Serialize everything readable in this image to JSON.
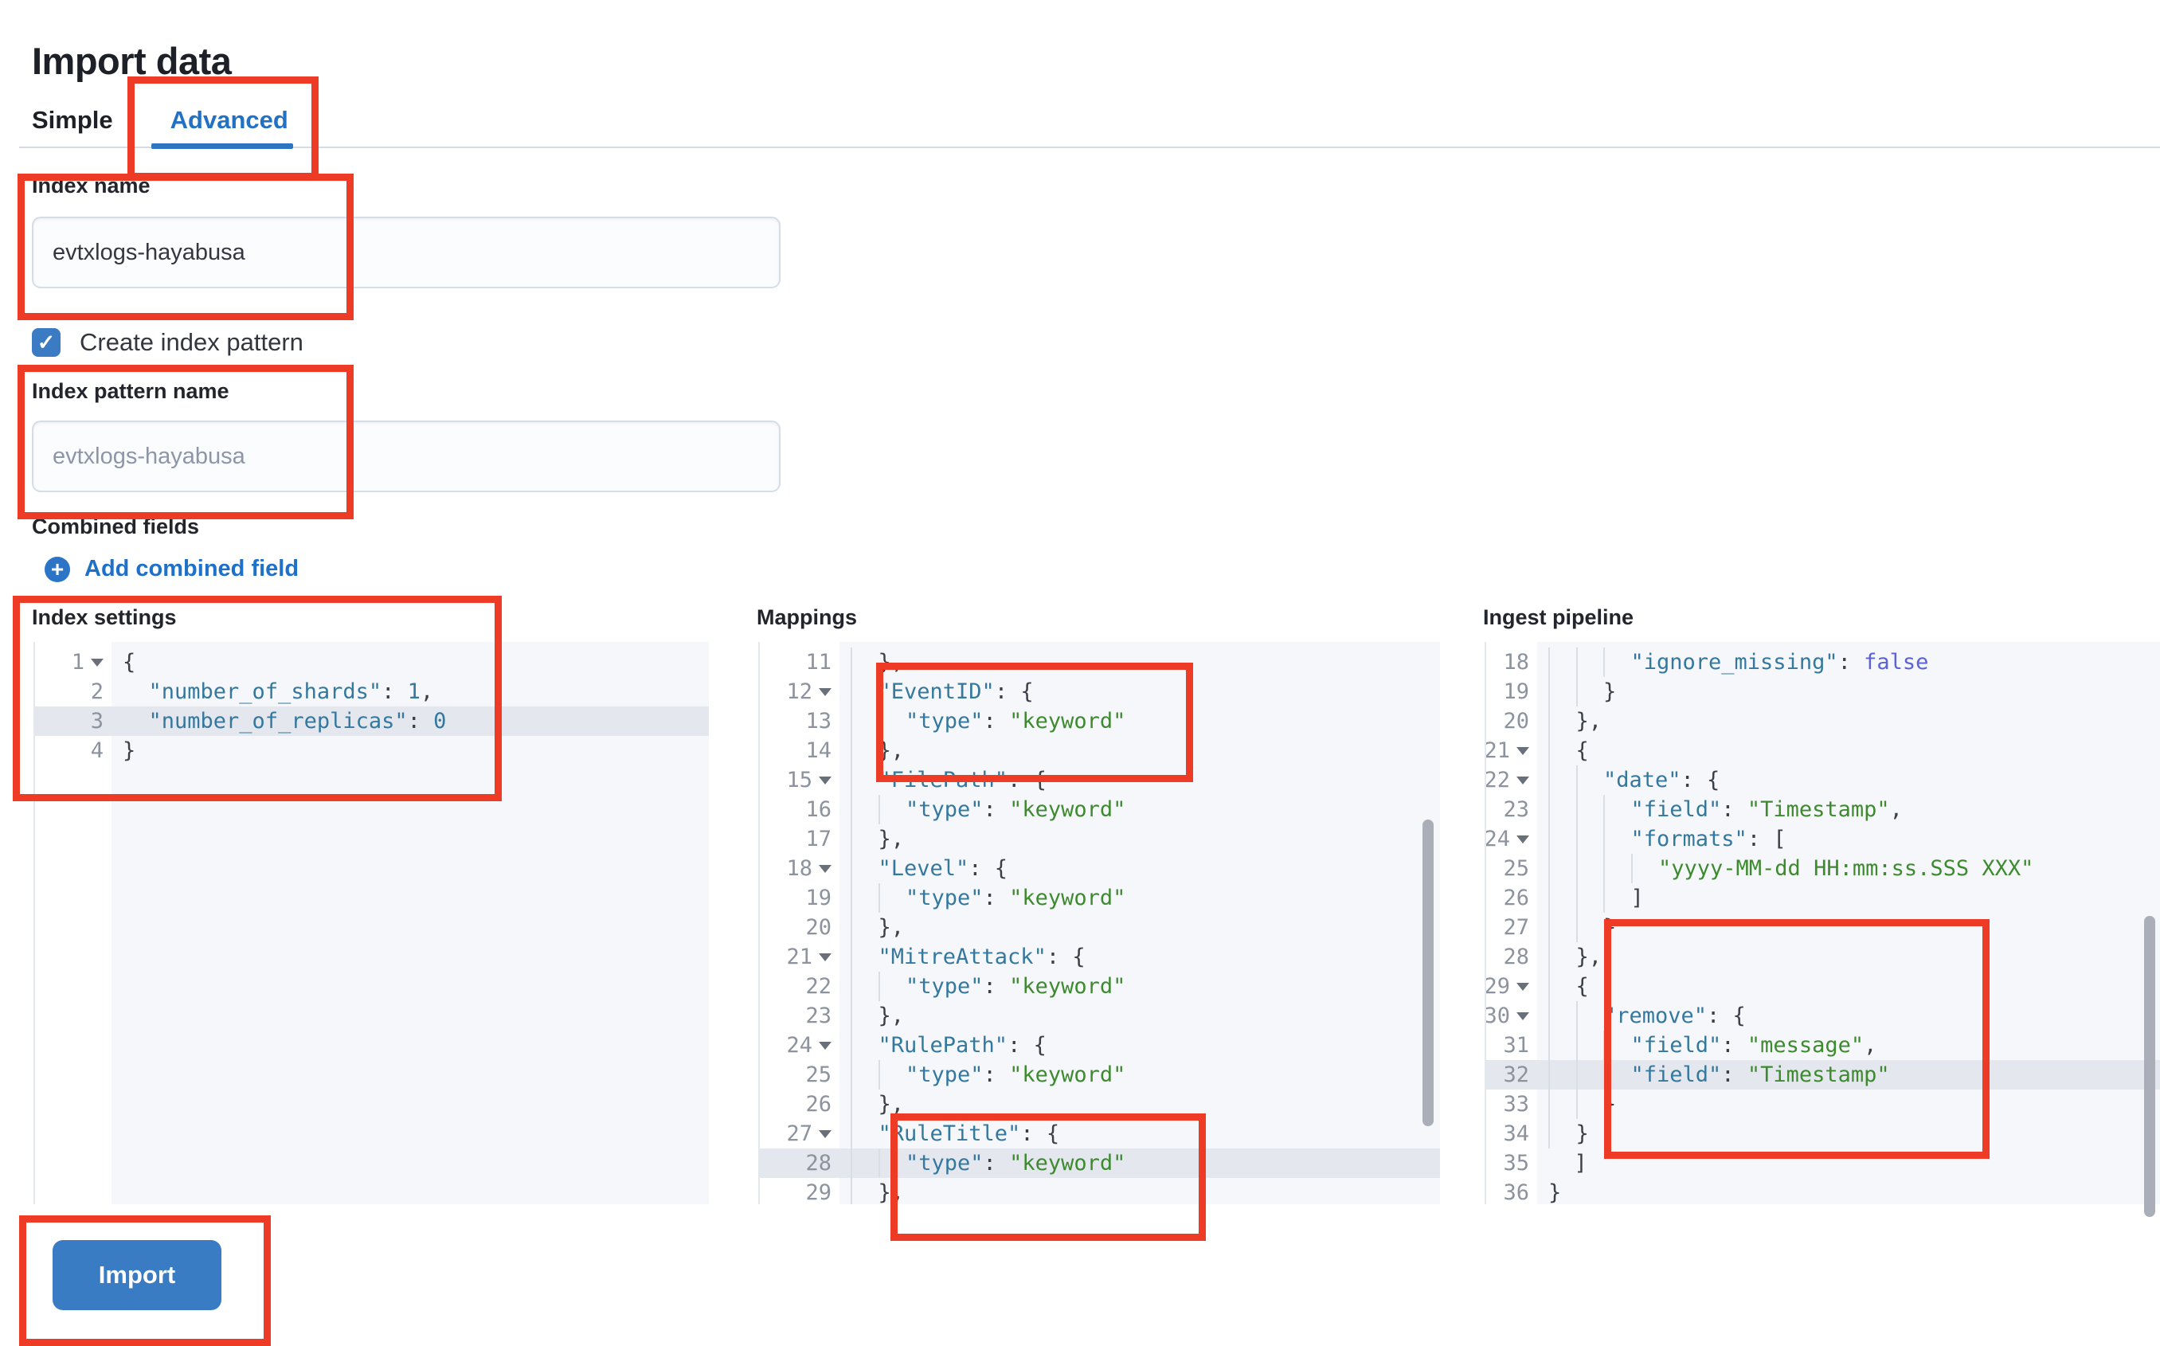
{
  "page": {
    "title": "Import data"
  },
  "tabs": [
    {
      "label": "Simple",
      "active": false
    },
    {
      "label": "Advanced",
      "active": true
    }
  ],
  "form": {
    "index_name_label": "Index name",
    "index_name_value": "evtxlogs-hayabusa",
    "create_index_pattern_label": "Create index pattern",
    "create_index_pattern_checked": true,
    "index_pattern_label": "Index pattern name",
    "index_pattern_placeholder": "evtxlogs-hayabusa",
    "combined_fields_label": "Combined fields",
    "add_combined_field_label": "Add combined field",
    "import_button_label": "Import",
    "checkmark_glyph": "✓",
    "plus_glyph": "+"
  },
  "colors": {
    "primary_blue": "#3a7cc4",
    "link_blue": "#1e70c8",
    "tab_active_blue": "#2271c3",
    "annotation_red": "#ee3b26",
    "code_key": "#35789e",
    "code_string": "#3d8a2f",
    "code_boolean": "#5b61d6",
    "active_line": "#e4e7ed"
  },
  "editors": [
    {
      "id": "index-settings",
      "label": "Index settings",
      "lines": [
        {
          "n": 1,
          "fold": true,
          "g": 0,
          "tokens": [
            [
              "p",
              "{"
            ]
          ]
        },
        {
          "n": 2,
          "g": 0,
          "tokens": [
            [
              "p",
              "  "
            ],
            [
              "k",
              "\"number_of_shards\""
            ],
            [
              "p",
              ": "
            ],
            [
              "n",
              "1"
            ],
            [
              "p",
              ","
            ]
          ]
        },
        {
          "n": 3,
          "hl": true,
          "g": 0,
          "tokens": [
            [
              "p",
              "  "
            ],
            [
              "k",
              "\"number_of_replicas\""
            ],
            [
              "p",
              ": "
            ],
            [
              "n",
              "0"
            ]
          ]
        },
        {
          "n": 4,
          "g": 0,
          "tokens": [
            [
              "p",
              "}"
            ]
          ]
        }
      ]
    },
    {
      "id": "mappings",
      "label": "Mappings",
      "lines": [
        {
          "n": 11,
          "g": 1,
          "tokens": [
            [
              "p",
              "},"
            ]
          ]
        },
        {
          "n": 12,
          "fold": true,
          "g": 1,
          "tokens": [
            [
              "k",
              "\"EventID\""
            ],
            [
              "p",
              ": {"
            ]
          ]
        },
        {
          "n": 13,
          "g": 2,
          "tokens": [
            [
              "k",
              "\"type\""
            ],
            [
              "p",
              ": "
            ],
            [
              "s",
              "\"keyword\""
            ]
          ]
        },
        {
          "n": 14,
          "g": 1,
          "tokens": [
            [
              "p",
              "},"
            ]
          ]
        },
        {
          "n": 15,
          "fold": true,
          "g": 1,
          "tokens": [
            [
              "k",
              "\"FilePath\""
            ],
            [
              "p",
              ": {"
            ]
          ]
        },
        {
          "n": 16,
          "g": 2,
          "tokens": [
            [
              "k",
              "\"type\""
            ],
            [
              "p",
              ": "
            ],
            [
              "s",
              "\"keyword\""
            ]
          ]
        },
        {
          "n": 17,
          "g": 1,
          "tokens": [
            [
              "p",
              "},"
            ]
          ]
        },
        {
          "n": 18,
          "fold": true,
          "g": 1,
          "tokens": [
            [
              "k",
              "\"Level\""
            ],
            [
              "p",
              ": {"
            ]
          ]
        },
        {
          "n": 19,
          "g": 2,
          "tokens": [
            [
              "k",
              "\"type\""
            ],
            [
              "p",
              ": "
            ],
            [
              "s",
              "\"keyword\""
            ]
          ]
        },
        {
          "n": 20,
          "g": 1,
          "tokens": [
            [
              "p",
              "},"
            ]
          ]
        },
        {
          "n": 21,
          "fold": true,
          "g": 1,
          "tokens": [
            [
              "k",
              "\"MitreAttack\""
            ],
            [
              "p",
              ": {"
            ]
          ]
        },
        {
          "n": 22,
          "g": 2,
          "tokens": [
            [
              "k",
              "\"type\""
            ],
            [
              "p",
              ": "
            ],
            [
              "s",
              "\"keyword\""
            ]
          ]
        },
        {
          "n": 23,
          "g": 1,
          "tokens": [
            [
              "p",
              "},"
            ]
          ]
        },
        {
          "n": 24,
          "fold": true,
          "g": 1,
          "tokens": [
            [
              "k",
              "\"RulePath\""
            ],
            [
              "p",
              ": {"
            ]
          ]
        },
        {
          "n": 25,
          "g": 2,
          "tokens": [
            [
              "k",
              "\"type\""
            ],
            [
              "p",
              ": "
            ],
            [
              "s",
              "\"keyword\""
            ]
          ]
        },
        {
          "n": 26,
          "g": 1,
          "tokens": [
            [
              "p",
              "},"
            ]
          ]
        },
        {
          "n": 27,
          "fold": true,
          "g": 1,
          "tokens": [
            [
              "k",
              "\"RuleTitle\""
            ],
            [
              "p",
              ": {"
            ]
          ]
        },
        {
          "n": 28,
          "hl": true,
          "g": 2,
          "tokens": [
            [
              "k",
              "\"type\""
            ],
            [
              "p",
              ": "
            ],
            [
              "s",
              "\"keyword\""
            ]
          ]
        },
        {
          "n": 29,
          "g": 1,
          "tokens": [
            [
              "p",
              "},"
            ]
          ]
        }
      ]
    },
    {
      "id": "ingest-pipeline",
      "label": "Ingest pipeline",
      "lines": [
        {
          "n": 18,
          "g": 3,
          "tokens": [
            [
              "k",
              "\"ignore_missing\""
            ],
            [
              "p",
              ": "
            ],
            [
              "b",
              "false"
            ]
          ]
        },
        {
          "n": 19,
          "g": 2,
          "tokens": [
            [
              "p",
              "}"
            ]
          ]
        },
        {
          "n": 20,
          "g": 1,
          "tokens": [
            [
              "p",
              "},"
            ]
          ]
        },
        {
          "n": 21,
          "fold": true,
          "g": 1,
          "tokens": [
            [
              "p",
              "{"
            ]
          ]
        },
        {
          "n": 22,
          "fold": true,
          "g": 2,
          "tokens": [
            [
              "k",
              "\"date\""
            ],
            [
              "p",
              ": {"
            ]
          ]
        },
        {
          "n": 23,
          "g": 3,
          "tokens": [
            [
              "k",
              "\"field\""
            ],
            [
              "p",
              ": "
            ],
            [
              "s",
              "\"Timestamp\""
            ],
            [
              "p",
              ","
            ]
          ]
        },
        {
          "n": 24,
          "fold": true,
          "g": 3,
          "tokens": [
            [
              "k",
              "\"formats\""
            ],
            [
              "p",
              ": ["
            ]
          ]
        },
        {
          "n": 25,
          "g": 4,
          "tokens": [
            [
              "s",
              "\"yyyy-MM-dd HH:mm:ss.SSS XXX\""
            ]
          ]
        },
        {
          "n": 26,
          "g": 3,
          "tokens": [
            [
              "p",
              "]"
            ]
          ]
        },
        {
          "n": 27,
          "g": 2,
          "tokens": [
            [
              "p",
              "}"
            ]
          ]
        },
        {
          "n": 28,
          "g": 1,
          "tokens": [
            [
              "p",
              "},"
            ]
          ]
        },
        {
          "n": 29,
          "fold": true,
          "g": 1,
          "tokens": [
            [
              "p",
              "{"
            ]
          ]
        },
        {
          "n": 30,
          "fold": true,
          "g": 2,
          "tokens": [
            [
              "k",
              "\"remove\""
            ],
            [
              "p",
              ": {"
            ]
          ]
        },
        {
          "n": 31,
          "g": 3,
          "tokens": [
            [
              "k",
              "\"field\""
            ],
            [
              "p",
              ": "
            ],
            [
              "s",
              "\"message\""
            ],
            [
              "p",
              ","
            ]
          ]
        },
        {
          "n": 32,
          "hl": true,
          "g": 3,
          "tokens": [
            [
              "k",
              "\"field\""
            ],
            [
              "p",
              ": "
            ],
            [
              "s",
              "\"Timestamp\""
            ]
          ]
        },
        {
          "n": 33,
          "g": 2,
          "tokens": [
            [
              "p",
              "}"
            ]
          ]
        },
        {
          "n": 34,
          "g": 1,
          "tokens": [
            [
              "p",
              "}"
            ]
          ]
        },
        {
          "n": 35,
          "g": 0,
          "tokens": [
            [
              "p",
              "  ]"
            ]
          ]
        },
        {
          "n": 36,
          "g": 0,
          "tokens": [
            [
              "p",
              "}"
            ]
          ]
        }
      ]
    }
  ]
}
